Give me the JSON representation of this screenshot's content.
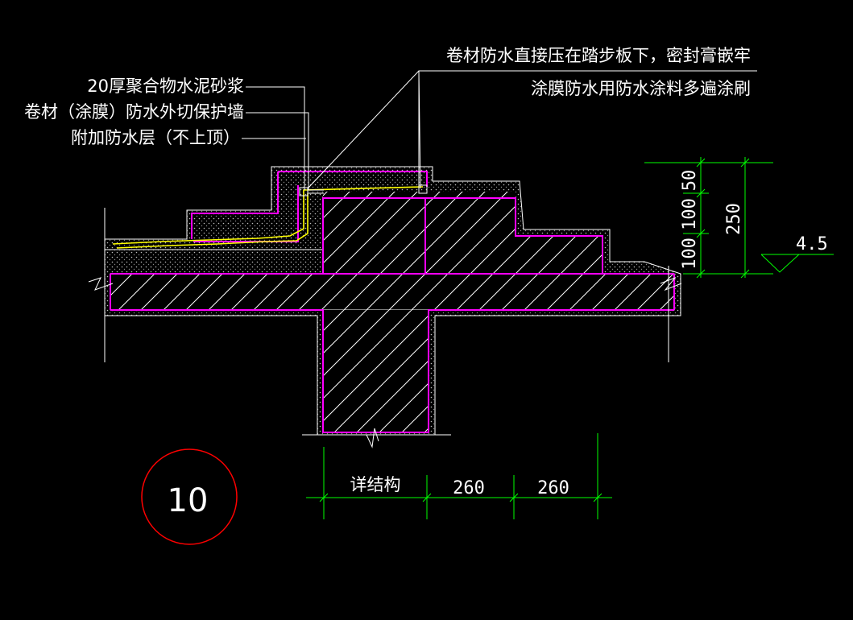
{
  "labels": {
    "mortar": "20厚聚合物水泥砂浆",
    "protect_wall": "卷材（涂膜）防水外切保护墙",
    "extra_layer": "附加防水层（不上顶）",
    "membrane_note": "卷材防水直接压在踏步板下，密封膏嵌牢",
    "coating_note": "涂膜防水用防水涂料多遍涂刷"
  },
  "dimensions": {
    "d50": "50",
    "d100a": "100",
    "d100b": "100",
    "total": "250",
    "elevation": "4.5",
    "structure": "详结构",
    "w1": "260",
    "w2": "260"
  },
  "detail_number": "10",
  "colors": {
    "background": "#000000",
    "outline": "#ffffff",
    "waterproof_layer": "#ff00ff",
    "membrane": "#ffff00",
    "dimension": "#00ff00",
    "callout_circle": "#ff0000"
  }
}
